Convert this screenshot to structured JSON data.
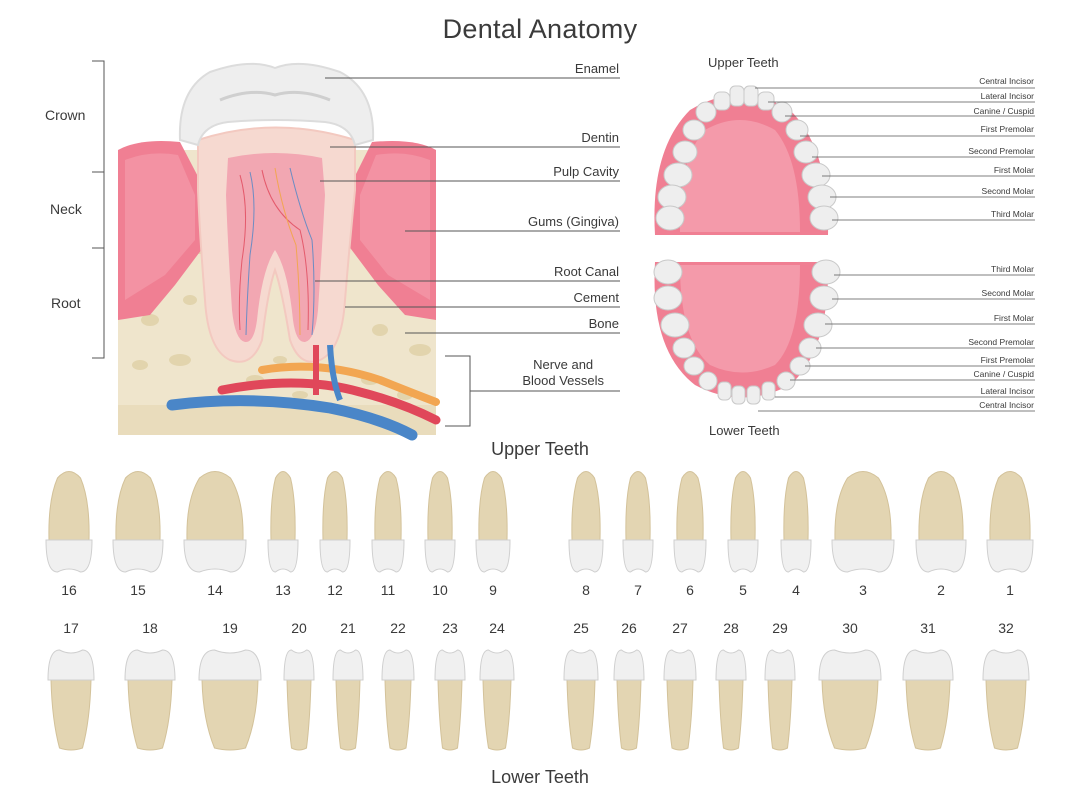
{
  "title": "Dental Anatomy",
  "side_labels": {
    "crown": "Crown",
    "neck": "Neck",
    "root": "Root"
  },
  "tooth_labels": {
    "enamel": "Enamel",
    "dentin": "Dentin",
    "pulp": "Pulp Cavity",
    "gums": "Gums (Gingiva)",
    "root_canal": "Root Canal",
    "cement": "Cement",
    "bone": "Bone",
    "nerve_line1": "Nerve and",
    "nerve_line2": "Blood Vessels"
  },
  "jaw": {
    "upper_header": "Upper Teeth",
    "lower_header": "Lower Teeth",
    "upper_labels": [
      "Central Incisor",
      "Lateral Incisor",
      "Canine / Cuspid",
      "First Premolar",
      "Second Premolar",
      "First Molar",
      "Second Molar",
      "Third Molar"
    ],
    "lower_labels": [
      "Third Molar",
      "Second Molar",
      "First Molar",
      "Second Premolar",
      "First Premolar",
      "Canine / Cuspid",
      "Lateral Incisor",
      "Central Incisor"
    ]
  },
  "rows": {
    "upper_title": "Upper Teeth",
    "lower_title": "Lower Teeth",
    "upper_numbers": [
      "16",
      "15",
      "14",
      "13",
      "12",
      "11",
      "10",
      "9",
      "8",
      "7",
      "6",
      "5",
      "4",
      "3",
      "2",
      "1"
    ],
    "lower_numbers": [
      "17",
      "18",
      "19",
      "20",
      "21",
      "22",
      "23",
      "24",
      "25",
      "26",
      "27",
      "28",
      "29",
      "30",
      "31",
      "32"
    ]
  },
  "colors": {
    "gum": "#f07f93",
    "bone": "#efe5cc",
    "enamel": "#eeeeee",
    "dentin": "#f6d9d0",
    "pulp": "#f2a7b2",
    "vein": "#4a86c8",
    "artery": "#e0475a",
    "nerve": "#f2a652",
    "root": "#e3d5b2"
  }
}
